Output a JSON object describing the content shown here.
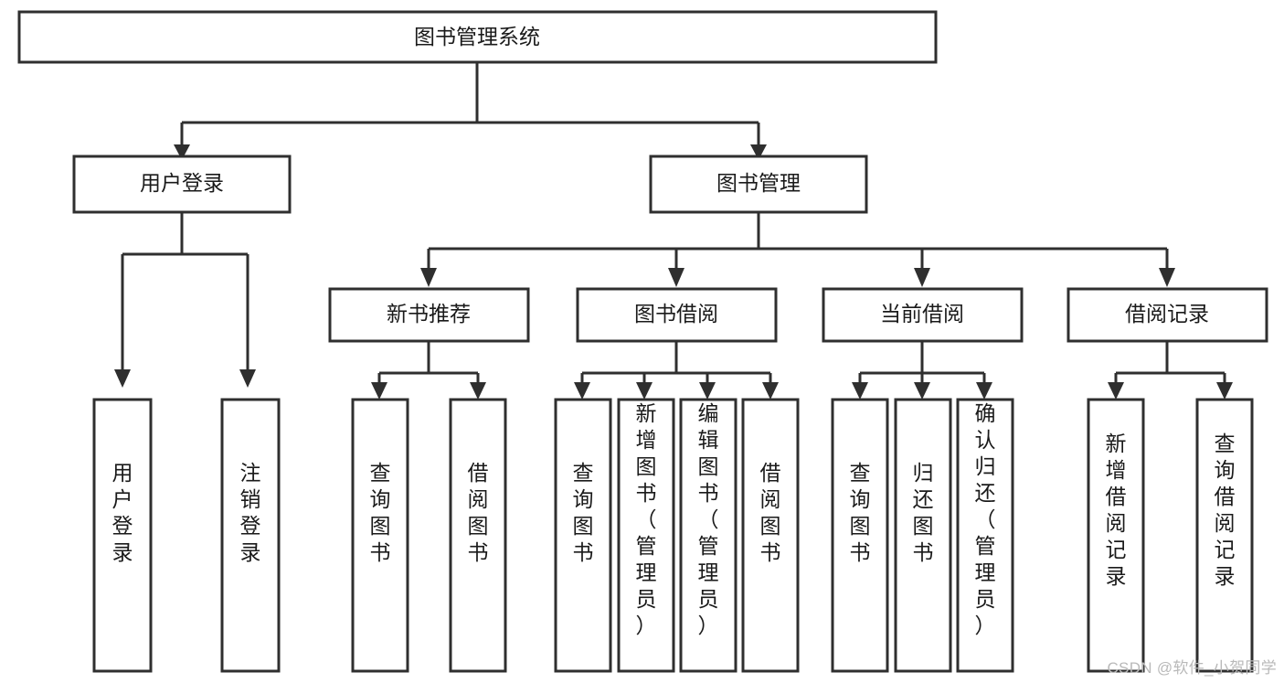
{
  "diagram": {
    "type": "tree-hierarchy",
    "title": "图书管理系统",
    "watermark": "CSDN @软件_小贺同学",
    "colors": {
      "stroke": "#2f2f2f",
      "fill": "#ffffff",
      "text": "#1a1a1a",
      "watermark": "#b9b9b9",
      "background": "#ffffff"
    },
    "levels": [
      {
        "level": 1,
        "nodes": [
          {
            "id": "root",
            "label": "图书管理系统",
            "orientation": "horizontal"
          }
        ]
      },
      {
        "level": 2,
        "nodes": [
          {
            "id": "login",
            "label": "用户登录",
            "orientation": "horizontal",
            "parent": "root"
          },
          {
            "id": "book-mgmt",
            "label": "图书管理",
            "orientation": "horizontal",
            "parent": "root"
          }
        ]
      },
      {
        "level": 3,
        "nodes": [
          {
            "id": "new-book-rec",
            "label": "新书推荐",
            "orientation": "horizontal",
            "parent": "book-mgmt"
          },
          {
            "id": "book-borrow",
            "label": "图书借阅",
            "orientation": "horizontal",
            "parent": "book-mgmt"
          },
          {
            "id": "current-borrow",
            "label": "当前借阅",
            "orientation": "horizontal",
            "parent": "book-mgmt"
          },
          {
            "id": "borrow-record",
            "label": "借阅记录",
            "orientation": "horizontal",
            "parent": "book-mgmt"
          }
        ]
      },
      {
        "level": 4,
        "nodes": [
          {
            "id": "leaf-user-login",
            "label": "用户登录",
            "orientation": "vertical",
            "parent": "login"
          },
          {
            "id": "leaf-user-logout",
            "label": "注销登录",
            "orientation": "vertical",
            "parent": "login"
          },
          {
            "id": "leaf-query-book-1",
            "label": "查询图书",
            "orientation": "vertical",
            "parent": "new-book-rec"
          },
          {
            "id": "leaf-borrow-book-1",
            "label": "借阅图书",
            "orientation": "vertical",
            "parent": "new-book-rec"
          },
          {
            "id": "leaf-query-book-2",
            "label": "查询图书",
            "orientation": "vertical",
            "parent": "book-borrow"
          },
          {
            "id": "leaf-add-book",
            "label": "新增图书（管理员）",
            "orientation": "vertical",
            "parent": "book-borrow"
          },
          {
            "id": "leaf-edit-book",
            "label": "编辑图书（管理员）",
            "orientation": "vertical",
            "parent": "book-borrow"
          },
          {
            "id": "leaf-borrow-book-2",
            "label": "借阅图书",
            "orientation": "vertical",
            "parent": "book-borrow"
          },
          {
            "id": "leaf-query-book-3",
            "label": "查询图书",
            "orientation": "vertical",
            "parent": "current-borrow"
          },
          {
            "id": "leaf-return-book",
            "label": "归还图书",
            "orientation": "vertical",
            "parent": "current-borrow"
          },
          {
            "id": "leaf-confirm-return",
            "label": "确认归还（管理员）",
            "orientation": "vertical",
            "parent": "current-borrow"
          },
          {
            "id": "leaf-add-record",
            "label": "新增借阅记录",
            "orientation": "vertical",
            "parent": "borrow-record"
          },
          {
            "id": "leaf-query-record",
            "label": "查询借阅记录",
            "orientation": "vertical",
            "parent": "borrow-record"
          }
        ]
      }
    ]
  }
}
